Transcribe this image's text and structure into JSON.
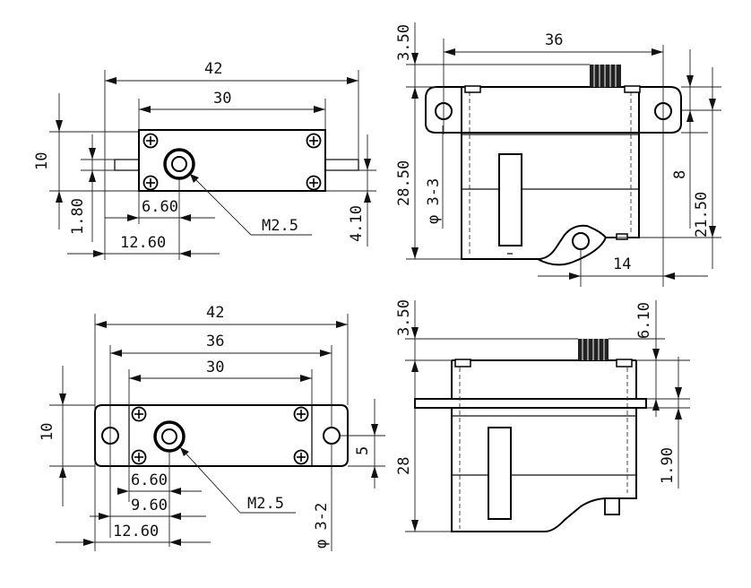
{
  "top_left_view": {
    "width": "42",
    "hole_span": "30",
    "height": "10",
    "flange": "1.80",
    "offset_1": "6.60",
    "offset_2": "12.60",
    "thread": "M2.5",
    "right": "4.10"
  },
  "top_right_view": {
    "horn_top": "3.50",
    "width": "36",
    "height": "28.50",
    "hole": "φ 3-3",
    "mid": "8",
    "lower": "21.50",
    "bottom_offset": "14"
  },
  "bottom_left_view": {
    "width": "42",
    "span_outer": "36",
    "span_inner": "30",
    "height": "10",
    "right": "5",
    "offset_1": "6.60",
    "offset_2": "9.60",
    "offset_3": "12.60",
    "thread": "M2.5",
    "hole": "φ 3-2"
  },
  "bottom_right_view": {
    "horn_top": "3.50",
    "right_top": "6.10",
    "height": "28",
    "flange": "1.90"
  }
}
